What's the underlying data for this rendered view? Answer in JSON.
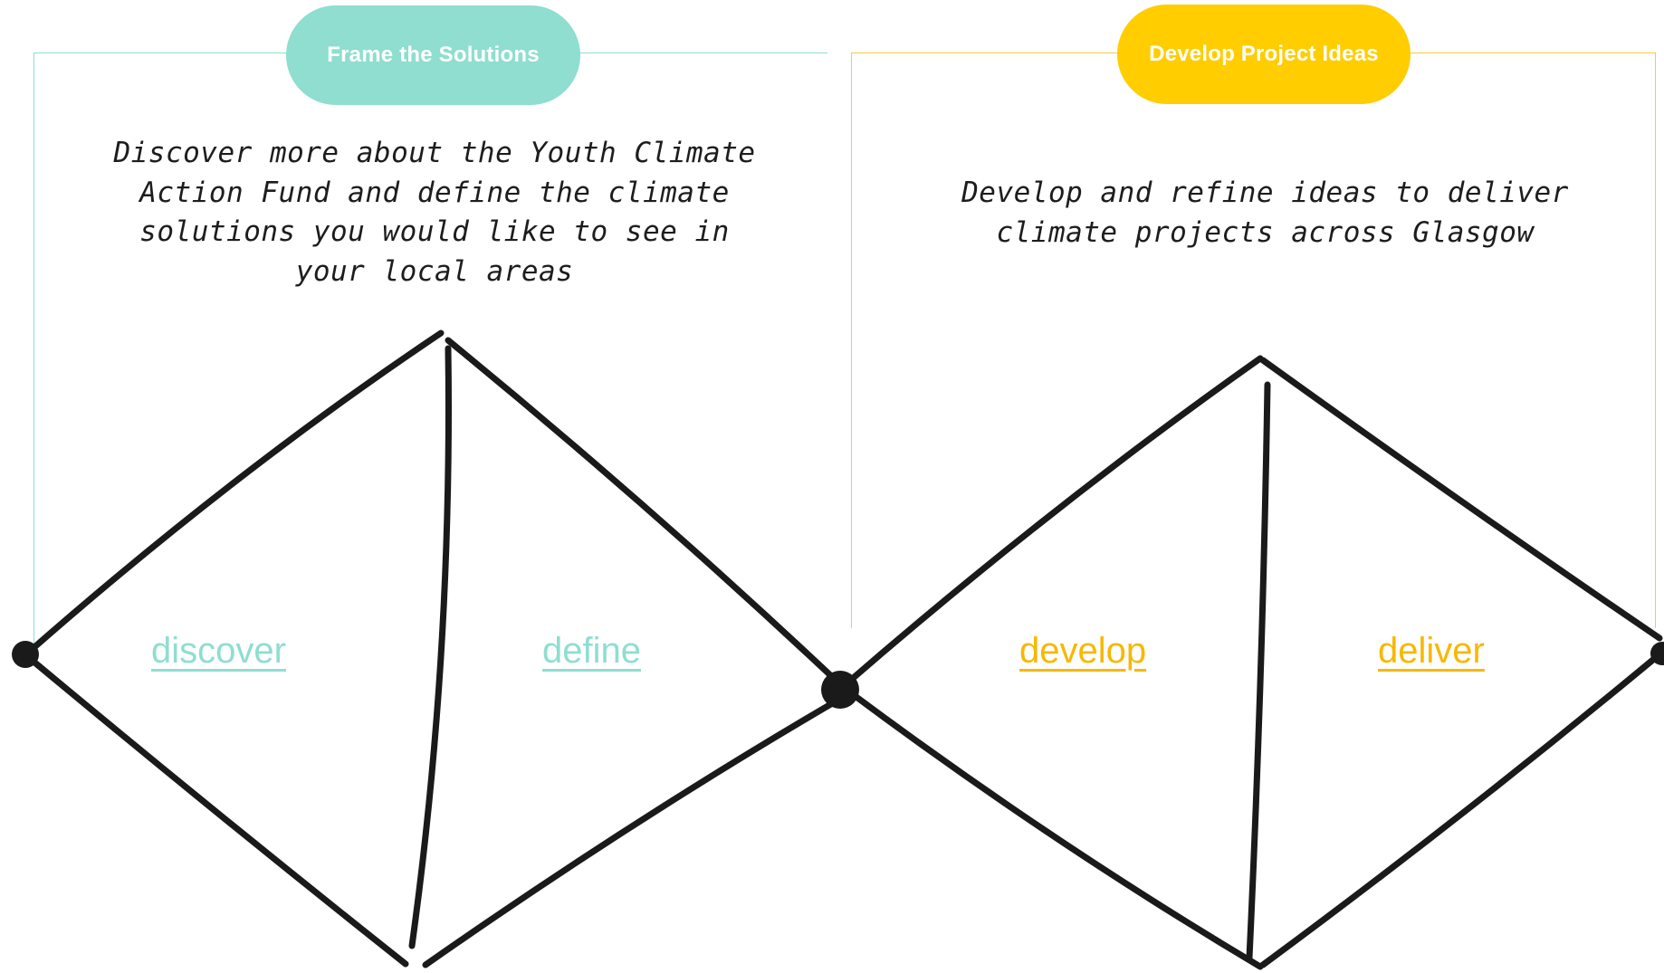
{
  "phases": [
    {
      "id": "frame",
      "pill_label": "Frame the Solutions",
      "description": "Discover more about the Youth Climate\nAction Fund and define the climate\nsolutions you would like to see in\nyour local areas",
      "color": "#8fded0",
      "stages": [
        {
          "label": "discover"
        },
        {
          "label": "define"
        }
      ]
    },
    {
      "id": "develop",
      "pill_label": "Develop Project Ideas",
      "description": "Develop and refine ideas to deliver\nclimate projects across Glasgow",
      "color": "#ffcd00",
      "stages": [
        {
          "label": "develop"
        },
        {
          "label": "deliver"
        }
      ]
    }
  ],
  "line_color": "#1a1a1a"
}
